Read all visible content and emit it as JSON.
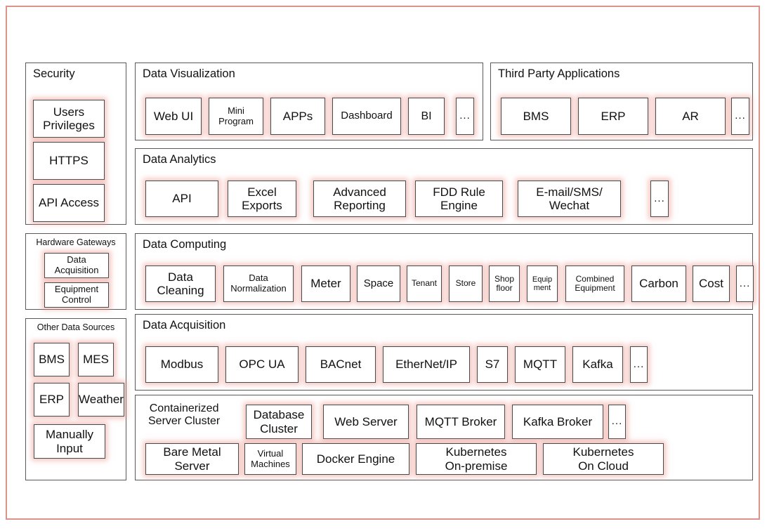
{
  "frame": {
    "border_color": "#d9938b"
  },
  "style": {
    "node_border": "#4a4a4a",
    "glow": "#e9968c",
    "panel_border": "#595959"
  },
  "panels": {
    "security": {
      "title": "Security",
      "nodes": [
        {
          "label": "Users\nPrivileges"
        },
        {
          "label": "HTTPS"
        },
        {
          "label": "API Access"
        }
      ]
    },
    "data_visualization": {
      "title": "Data Visualization",
      "nodes": [
        {
          "label": "Web UI"
        },
        {
          "label": "Mini\nProgram"
        },
        {
          "label": "APPs"
        },
        {
          "label": "Dashboard"
        },
        {
          "label": "BI"
        },
        {
          "label": "..."
        }
      ]
    },
    "third_party_applications": {
      "title": "Third Party Applications",
      "nodes": [
        {
          "label": "BMS"
        },
        {
          "label": "ERP"
        },
        {
          "label": "AR"
        },
        {
          "label": "..."
        }
      ]
    },
    "data_analytics": {
      "title": "Data Analytics",
      "nodes": [
        {
          "label": "API"
        },
        {
          "label": "Excel\nExports"
        },
        {
          "label": "Advanced\nReporting"
        },
        {
          "label": "FDD Rule\nEngine"
        },
        {
          "label": "E-mail/SMS/\nWechat"
        },
        {
          "label": "..."
        }
      ]
    },
    "hardware_gateways": {
      "title": "Hardware Gateways",
      "nodes": [
        {
          "label": "Data\nAcquisition"
        },
        {
          "label": "Equipment\nControl"
        }
      ]
    },
    "other_data_sources": {
      "title": "Other Data Sources",
      "nodes": [
        {
          "label": "BMS"
        },
        {
          "label": "MES"
        },
        {
          "label": "ERP"
        },
        {
          "label": "Weather"
        },
        {
          "label": "Manually\nInput"
        }
      ]
    },
    "data_computing": {
      "title": "Data Computing",
      "nodes": [
        {
          "label": "Data\nCleaning"
        },
        {
          "label": "Data\nNormalization"
        },
        {
          "label": "Meter"
        },
        {
          "label": "Space"
        },
        {
          "label": "Tenant"
        },
        {
          "label": "Store"
        },
        {
          "label": "Shop\nfloor"
        },
        {
          "label": "Equip\nment"
        },
        {
          "label": "Combined\nEquipment"
        },
        {
          "label": "Carbon"
        },
        {
          "label": "Cost"
        },
        {
          "label": "..."
        }
      ]
    },
    "data_acquisition": {
      "title": "Data Acquisition",
      "nodes": [
        {
          "label": "Modbus"
        },
        {
          "label": "OPC UA"
        },
        {
          "label": "BACnet"
        },
        {
          "label": "EtherNet/IP"
        },
        {
          "label": "S7"
        },
        {
          "label": "MQTT"
        },
        {
          "label": "Kafka"
        },
        {
          "label": "..."
        }
      ]
    },
    "containerized_server_cluster": {
      "title": "Containerized\nServer Cluster",
      "row_top": [
        {
          "label": "Database\nCluster"
        },
        {
          "label": "Web Server"
        },
        {
          "label": "MQTT Broker"
        },
        {
          "label": "Kafka  Broker"
        },
        {
          "label": "..."
        }
      ],
      "row_bottom": [
        {
          "label": "Bare Metal\nServer"
        },
        {
          "label": "Virtual\nMachines"
        },
        {
          "label": "Docker Engine"
        },
        {
          "label": "Kubernetes\nOn-premise"
        },
        {
          "label": "Kubernetes\nOn Cloud"
        }
      ]
    }
  }
}
